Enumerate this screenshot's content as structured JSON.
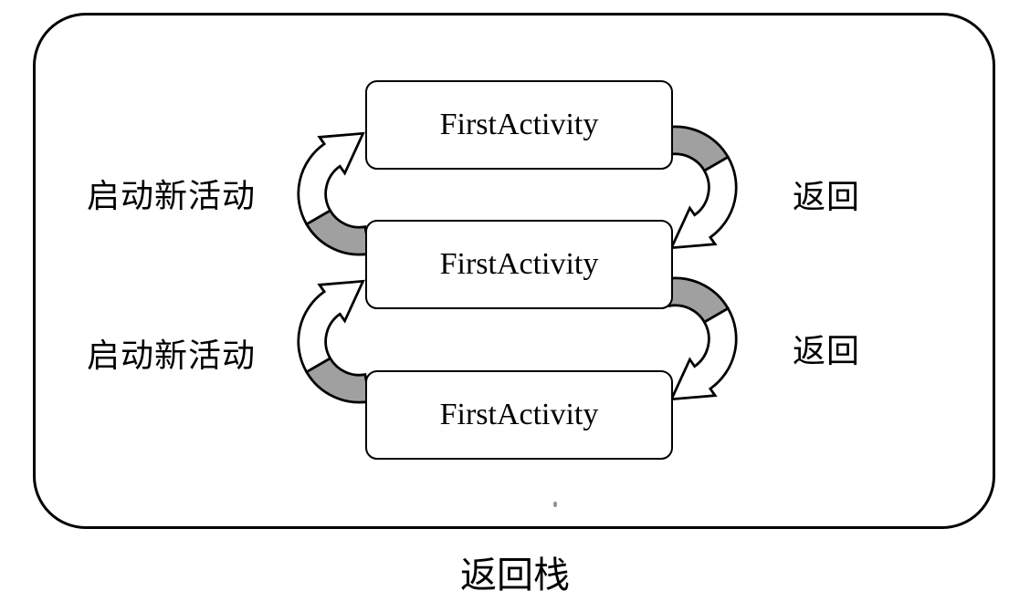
{
  "diagram": {
    "caption": "返回栈",
    "stack": {
      "boxes": [
        {
          "label": "FirstActivity"
        },
        {
          "label": "FirstActivity"
        },
        {
          "label": "FirstActivity"
        }
      ]
    },
    "labels": {
      "launch_1": "启动新活动",
      "launch_2": "启动新活动",
      "back_1": "返回",
      "back_2": "返回"
    },
    "icons": {
      "launch_arrow": "curved-arrow-up-icon",
      "back_arrow": "curved-arrow-down-icon"
    },
    "colors": {
      "arrow_shade": "#a0a0a0",
      "line": "#000000",
      "background": "#ffffff"
    }
  }
}
